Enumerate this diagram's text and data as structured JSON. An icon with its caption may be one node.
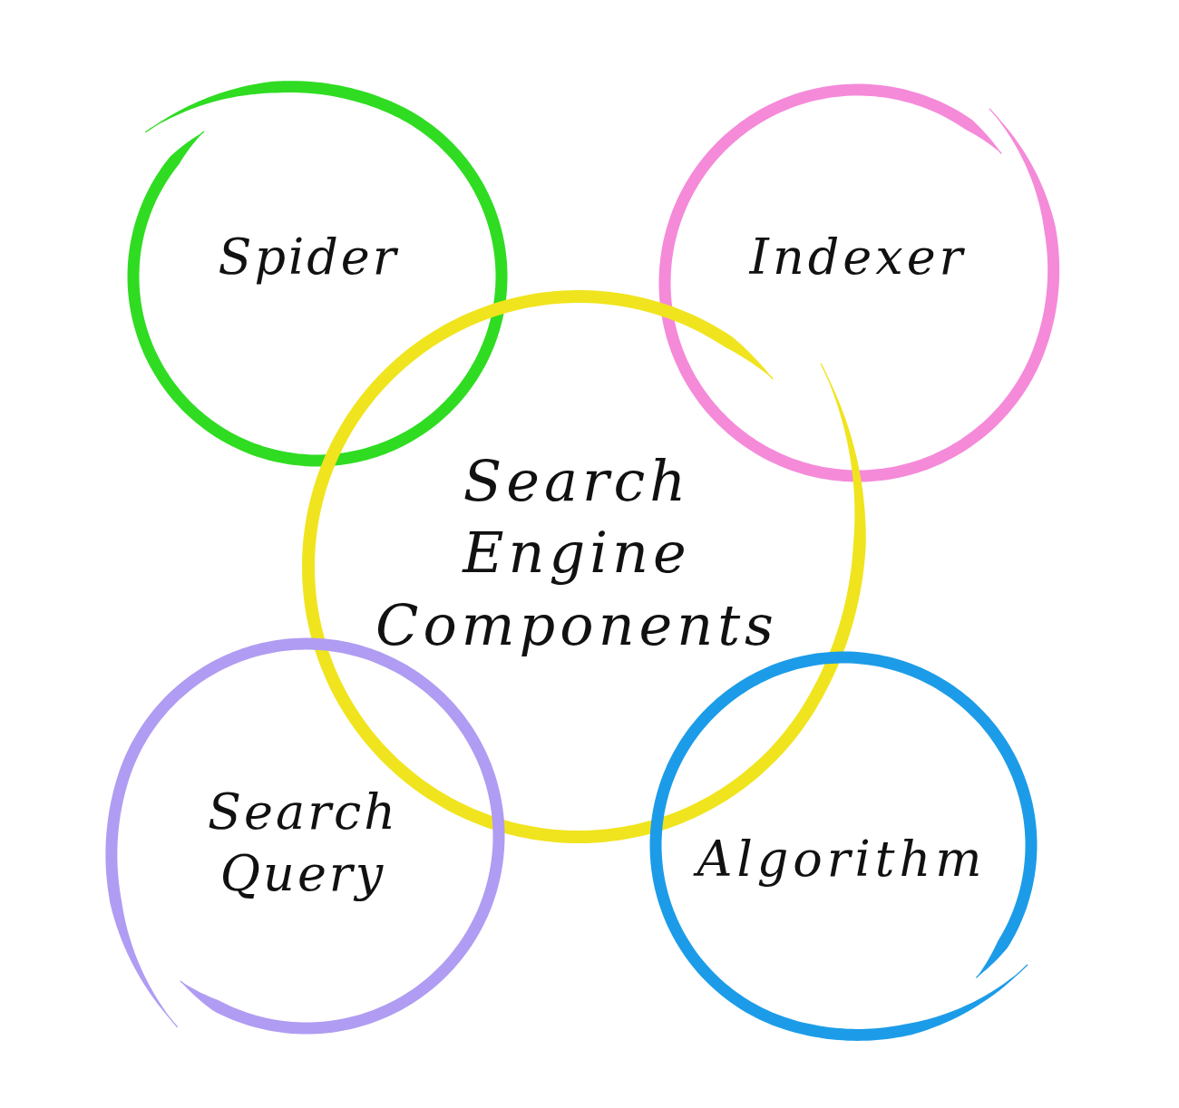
{
  "diagram": {
    "nodes": [
      {
        "text": [
          "Spider"
        ]
      },
      {
        "text": [
          "Indexer"
        ]
      },
      {
        "text": [
          "Search Engine Components"
        ]
      },
      {
        "text": [
          "Search Query"
        ]
      },
      {
        "text": [
          "Algorithm"
        ]
      }
    ]
  }
}
